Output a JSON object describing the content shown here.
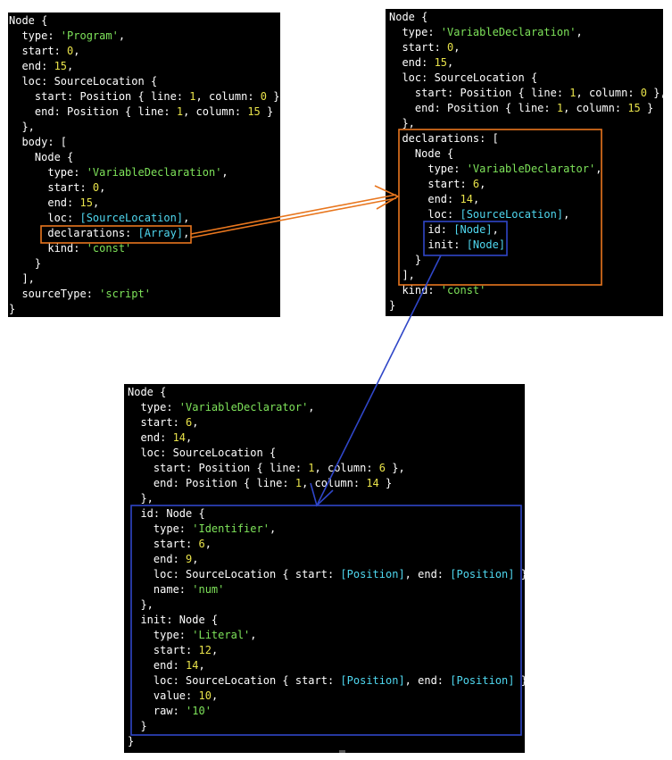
{
  "colors": {
    "background": "#000000",
    "text": "#ffffff",
    "string": "#7ee35a",
    "number": "#e8e24a",
    "reference": "#4fd8f0",
    "highlight_orange": "#e8761e",
    "highlight_blue": "#2f46c8"
  },
  "panel_1": {
    "lines": [
      [
        {
          "t": "Node {"
        }
      ],
      [
        {
          "t": "  type: "
        },
        {
          "t": "'Program'",
          "c": "str"
        },
        {
          "t": ","
        }
      ],
      [
        {
          "t": "  start: "
        },
        {
          "t": "0",
          "c": "num"
        },
        {
          "t": ","
        }
      ],
      [
        {
          "t": "  end: "
        },
        {
          "t": "15",
          "c": "num"
        },
        {
          "t": ","
        }
      ],
      [
        {
          "t": "  loc: SourceLocation {"
        }
      ],
      [
        {
          "t": "    start: Position { line: "
        },
        {
          "t": "1",
          "c": "num"
        },
        {
          "t": ", column: "
        },
        {
          "t": "0",
          "c": "num"
        },
        {
          "t": " },"
        }
      ],
      [
        {
          "t": "    end: Position { line: "
        },
        {
          "t": "1",
          "c": "num"
        },
        {
          "t": ", column: "
        },
        {
          "t": "15",
          "c": "num"
        },
        {
          "t": " }"
        }
      ],
      [
        {
          "t": "  },"
        }
      ],
      [
        {
          "t": "  body: ["
        }
      ],
      [
        {
          "t": "    Node {"
        }
      ],
      [
        {
          "t": "      type: "
        },
        {
          "t": "'VariableDeclaration'",
          "c": "str"
        },
        {
          "t": ","
        }
      ],
      [
        {
          "t": "      start: "
        },
        {
          "t": "0",
          "c": "num"
        },
        {
          "t": ","
        }
      ],
      [
        {
          "t": "      end: "
        },
        {
          "t": "15",
          "c": "num"
        },
        {
          "t": ","
        }
      ],
      [
        {
          "t": "      loc: "
        },
        {
          "t": "[SourceLocation]",
          "c": "ref"
        },
        {
          "t": ","
        }
      ],
      [
        {
          "t": "      declarations: "
        },
        {
          "t": "[Array]",
          "c": "ref"
        },
        {
          "t": ","
        }
      ],
      [
        {
          "t": "      kind: "
        },
        {
          "t": "'const'",
          "c": "str"
        }
      ],
      [
        {
          "t": "    }"
        }
      ],
      [
        {
          "t": "  ],"
        }
      ],
      [
        {
          "t": "  sourceType: "
        },
        {
          "t": "'script'",
          "c": "str"
        }
      ],
      [
        {
          "t": "}"
        }
      ]
    ]
  },
  "panel_2": {
    "lines": [
      [
        {
          "t": "Node {"
        }
      ],
      [
        {
          "t": "  type: "
        },
        {
          "t": "'VariableDeclaration'",
          "c": "str"
        },
        {
          "t": ","
        }
      ],
      [
        {
          "t": "  start: "
        },
        {
          "t": "0",
          "c": "num"
        },
        {
          "t": ","
        }
      ],
      [
        {
          "t": "  end: "
        },
        {
          "t": "15",
          "c": "num"
        },
        {
          "t": ","
        }
      ],
      [
        {
          "t": "  loc: SourceLocation {"
        }
      ],
      [
        {
          "t": "    start: Position { line: "
        },
        {
          "t": "1",
          "c": "num"
        },
        {
          "t": ", column: "
        },
        {
          "t": "0",
          "c": "num"
        },
        {
          "t": " },"
        }
      ],
      [
        {
          "t": "    end: Position { line: "
        },
        {
          "t": "1",
          "c": "num"
        },
        {
          "t": ", column: "
        },
        {
          "t": "15",
          "c": "num"
        },
        {
          "t": " }"
        }
      ],
      [
        {
          "t": "  },"
        }
      ],
      [
        {
          "t": "  declarations: ["
        }
      ],
      [
        {
          "t": "    Node {"
        }
      ],
      [
        {
          "t": "      type: "
        },
        {
          "t": "'VariableDeclarator'",
          "c": "str"
        },
        {
          "t": ","
        }
      ],
      [
        {
          "t": "      start: "
        },
        {
          "t": "6",
          "c": "num"
        },
        {
          "t": ","
        }
      ],
      [
        {
          "t": "      end: "
        },
        {
          "t": "14",
          "c": "num"
        },
        {
          "t": ","
        }
      ],
      [
        {
          "t": "      loc: "
        },
        {
          "t": "[SourceLocation]",
          "c": "ref"
        },
        {
          "t": ","
        }
      ],
      [
        {
          "t": "      id: "
        },
        {
          "t": "[Node]",
          "c": "ref"
        },
        {
          "t": ","
        }
      ],
      [
        {
          "t": "      init: "
        },
        {
          "t": "[Node]",
          "c": "ref"
        }
      ],
      [
        {
          "t": "    }"
        }
      ],
      [
        {
          "t": "  ],"
        }
      ],
      [
        {
          "t": "  kind: "
        },
        {
          "t": "'const'",
          "c": "str"
        }
      ],
      [
        {
          "t": "}"
        }
      ]
    ]
  },
  "panel_3": {
    "lines": [
      [
        {
          "t": "Node {"
        }
      ],
      [
        {
          "t": "  type: "
        },
        {
          "t": "'VariableDeclarator'",
          "c": "str"
        },
        {
          "t": ","
        }
      ],
      [
        {
          "t": "  start: "
        },
        {
          "t": "6",
          "c": "num"
        },
        {
          "t": ","
        }
      ],
      [
        {
          "t": "  end: "
        },
        {
          "t": "14",
          "c": "num"
        },
        {
          "t": ","
        }
      ],
      [
        {
          "t": "  loc: SourceLocation {"
        }
      ],
      [
        {
          "t": "    start: Position { line: "
        },
        {
          "t": "1",
          "c": "num"
        },
        {
          "t": ", column: "
        },
        {
          "t": "6",
          "c": "num"
        },
        {
          "t": " },"
        }
      ],
      [
        {
          "t": "    end: Position { line: "
        },
        {
          "t": "1",
          "c": "num"
        },
        {
          "t": ", column: "
        },
        {
          "t": "14",
          "c": "num"
        },
        {
          "t": " }"
        }
      ],
      [
        {
          "t": "  },"
        }
      ],
      [
        {
          "t": "  id: Node {"
        }
      ],
      [
        {
          "t": "    type: "
        },
        {
          "t": "'Identifier'",
          "c": "str"
        },
        {
          "t": ","
        }
      ],
      [
        {
          "t": "    start: "
        },
        {
          "t": "6",
          "c": "num"
        },
        {
          "t": ","
        }
      ],
      [
        {
          "t": "    end: "
        },
        {
          "t": "9",
          "c": "num"
        },
        {
          "t": ","
        }
      ],
      [
        {
          "t": "    loc: SourceLocation { start: "
        },
        {
          "t": "[Position]",
          "c": "ref"
        },
        {
          "t": ", end: "
        },
        {
          "t": "[Position]",
          "c": "ref"
        },
        {
          "t": " },"
        }
      ],
      [
        {
          "t": "    name: "
        },
        {
          "t": "'num'",
          "c": "str"
        }
      ],
      [
        {
          "t": "  },"
        }
      ],
      [
        {
          "t": "  init: Node {"
        }
      ],
      [
        {
          "t": "    type: "
        },
        {
          "t": "'Literal'",
          "c": "str"
        },
        {
          "t": ","
        }
      ],
      [
        {
          "t": "    start: "
        },
        {
          "t": "12",
          "c": "num"
        },
        {
          "t": ","
        }
      ],
      [
        {
          "t": "    end: "
        },
        {
          "t": "14",
          "c": "num"
        },
        {
          "t": ","
        }
      ],
      [
        {
          "t": "    loc: SourceLocation { start: "
        },
        {
          "t": "[Position]",
          "c": "ref"
        },
        {
          "t": ", end: "
        },
        {
          "t": "[Position]",
          "c": "ref"
        },
        {
          "t": " },"
        }
      ],
      [
        {
          "t": "    value: "
        },
        {
          "t": "10",
          "c": "num"
        },
        {
          "t": ","
        }
      ],
      [
        {
          "t": "    raw: "
        },
        {
          "t": "'10'",
          "c": "str"
        }
      ],
      [
        {
          "t": "  }"
        }
      ],
      [
        {
          "t": "}"
        }
      ]
    ]
  }
}
